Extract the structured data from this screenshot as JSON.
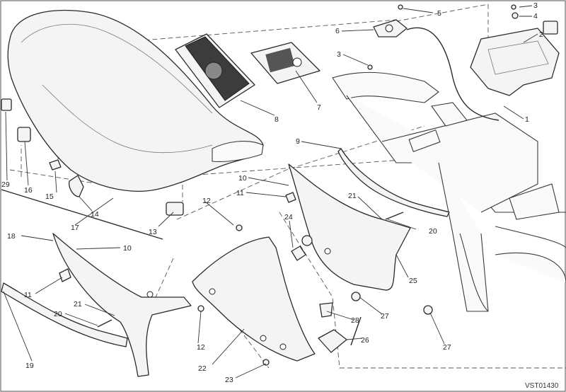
{
  "drawing": {
    "reference_code": "VST01430",
    "labels": {
      "l1": "1",
      "l2": "2",
      "l3a": "3",
      "l3b": "3",
      "l4": "4",
      "l5": "5",
      "l6": "6",
      "l7": "7",
      "l8": "8",
      "l9": "9",
      "l10a": "10",
      "l10b": "10",
      "l11a": "11",
      "l11b": "11",
      "l12a": "12",
      "l12b": "12",
      "l13": "13",
      "l14": "14",
      "l15": "15",
      "l16": "16",
      "l17": "17",
      "l18": "18",
      "l19": "19",
      "l20a": "20",
      "l20b": "20",
      "l21a": "21",
      "l21b": "21",
      "l22": "22",
      "l23": "23",
      "l24": "24",
      "l25": "25",
      "l26": "26",
      "l27a": "27",
      "l27b": "27",
      "l28": "28",
      "l29": "29"
    }
  },
  "colors": {
    "line": "#2a2a2a",
    "frame": "#6e6e6e",
    "fill": "#f4f4f4"
  }
}
